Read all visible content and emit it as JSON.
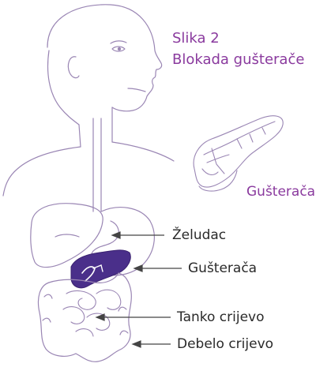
{
  "caption": {
    "line1": "Slika 2",
    "line2": "Blokada gušterače"
  },
  "labels": {
    "pancreas_detail": "Gušterača",
    "stomach": "Želudac",
    "pancreas": "Gušterača",
    "small_intestine": "Tanko crijevo",
    "large_intestine": "Debelo crijevo"
  },
  "colors": {
    "outline": "#9a86b4",
    "caption": "#8a3a9e",
    "pancreas_fill": "#4a2f8a",
    "arrow": "#444444"
  }
}
